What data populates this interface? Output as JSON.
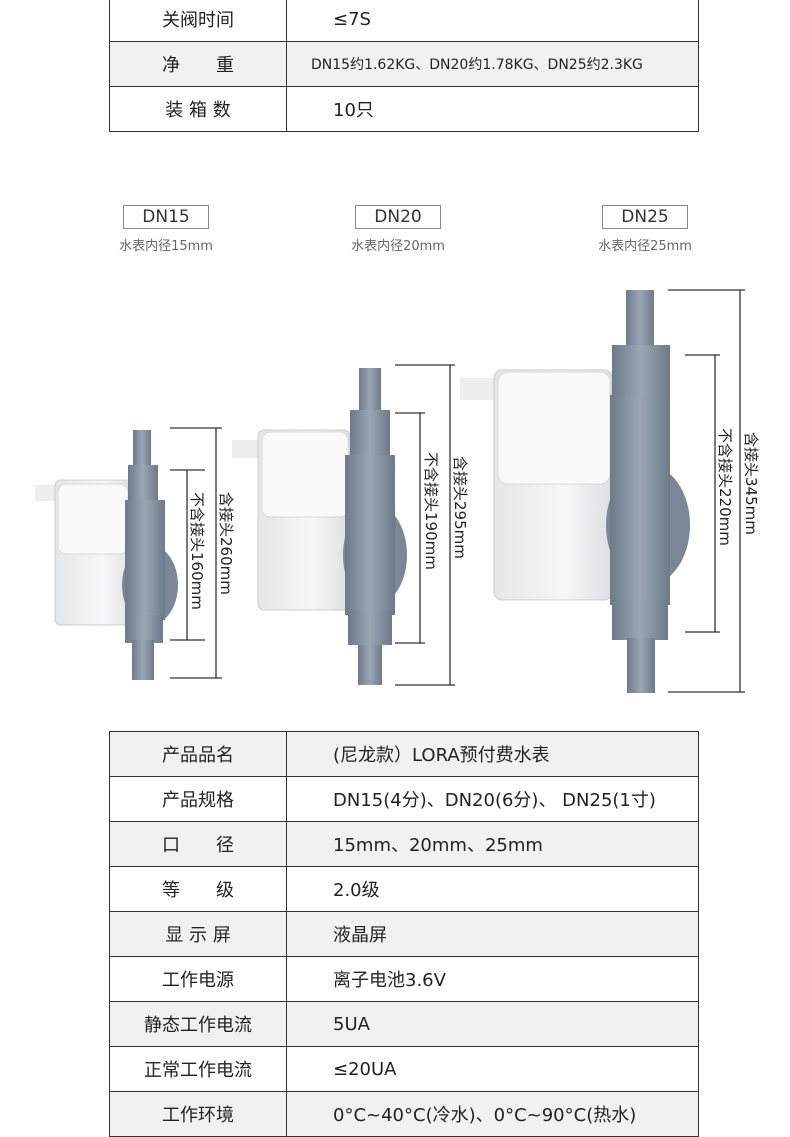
{
  "top_specs": [
    {
      "key": "关阀时间",
      "value": "≤7S",
      "shade": false
    },
    {
      "key": "净　　重",
      "value": "DN15约1.62KG、DN20约1.78KG、DN25约2.3KG",
      "shade": true
    },
    {
      "key": "装 箱 数",
      "value": "10只",
      "shade": false
    }
  ],
  "models": [
    {
      "tag": "DN15",
      "sub": "水表内径15mm"
    },
    {
      "tag": "DN20",
      "sub": "水表内径20mm"
    },
    {
      "tag": "DN25",
      "sub": "水表内径25mm"
    }
  ],
  "dimensions": {
    "dn15_with": "含接头260mm",
    "dn15_without": "不含接头160mm",
    "dn20_with": "含接头295mm",
    "dn20_without": "不含接头190mm",
    "dn25_with": "含接头345mm",
    "dn25_without": "不含接头220mm"
  },
  "specs": [
    {
      "key": "产品品名",
      "value": "(尼龙款）LORA预付费水表",
      "shade": true
    },
    {
      "key": "产品规格",
      "value": "DN15(4分)、DN20(6分)、 DN25(1寸)",
      "shade": false
    },
    {
      "key": "口　　径",
      "value": "15mm、20mm、25mm",
      "shade": true
    },
    {
      "key": "等　　级",
      "value": "2.0级",
      "shade": false
    },
    {
      "key": "显 示 屏",
      "value": "液晶屏",
      "shade": true
    },
    {
      "key": "工作电源",
      "value": "离子电池3.6V",
      "shade": false
    },
    {
      "key": "静态工作电流",
      "value": "5UA",
      "shade": true
    },
    {
      "key": "正常工作电流",
      "value": "≤20UA",
      "shade": false
    },
    {
      "key": "工作环境",
      "value": "0°C~40°C(冷水)、0°C~90°C(热水)",
      "shade": true
    }
  ]
}
